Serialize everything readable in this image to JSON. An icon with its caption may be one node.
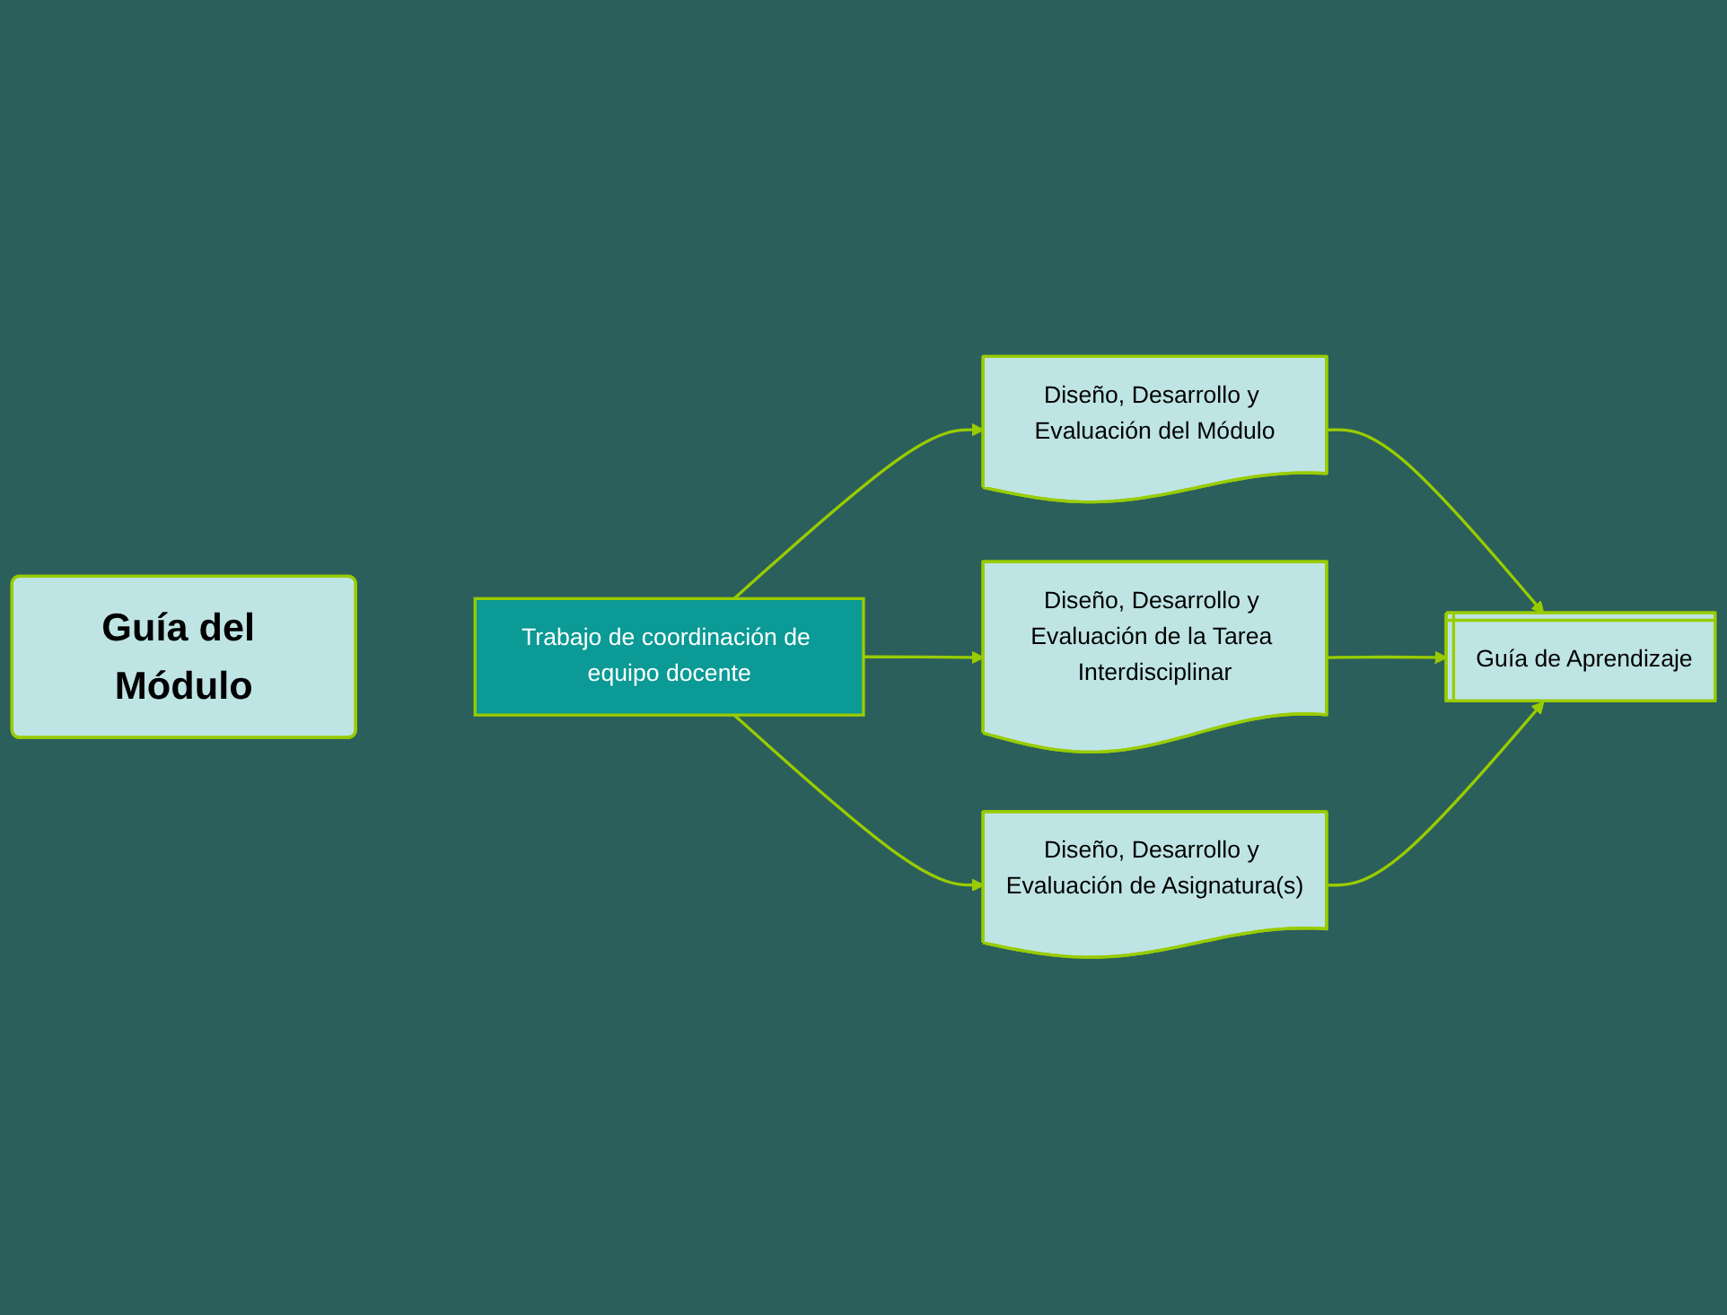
{
  "diagram": {
    "nodes": [
      {
        "text": [
          "Guía del Módulo"
        ]
      },
      {
        "text": [
          "Trabajo de coordinación de equipo docente"
        ]
      },
      {
        "text": [
          "Diseño, Desarrollo y Evaluación del Módulo"
        ]
      },
      {
        "text": [
          "Diseño, Desarrollo y Evaluación de la Tarea Interdisciplinar"
        ]
      },
      {
        "text": [
          "Diseño, Desarrollo y Evaluación de Asignatura(s)"
        ]
      },
      {
        "text": [
          "Guía de Aprendizaje"
        ]
      }
    ],
    "edges": [
      {
        "from": 1,
        "to": 2,
        "arrow": "to"
      },
      {
        "from": 1,
        "to": 3,
        "arrow": "to"
      },
      {
        "from": 1,
        "to": 4,
        "arrow": "to"
      },
      {
        "from": 2,
        "to": 5,
        "arrow": "to"
      },
      {
        "from": 3,
        "to": 5,
        "arrow": "to"
      },
      {
        "from": 4,
        "to": 5,
        "arrow": "to"
      }
    ]
  }
}
